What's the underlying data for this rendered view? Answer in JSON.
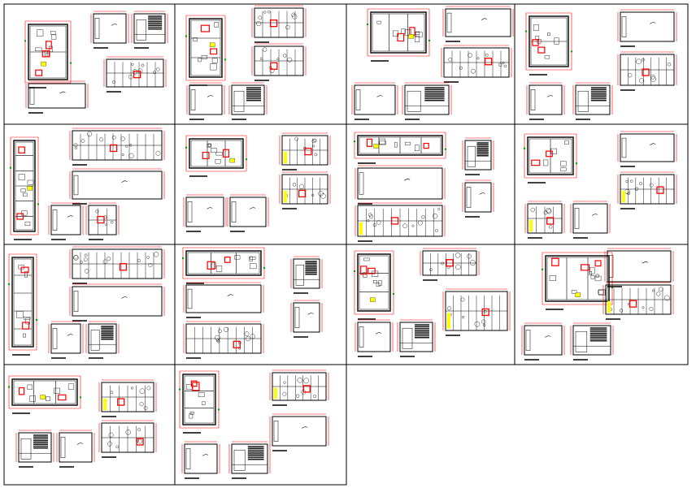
{
  "sheet": {
    "title": "",
    "grid_cols": 4,
    "grid_rows": 4,
    "panel_count": 14
  },
  "colors": {
    "background": "#ffffff",
    "grid_line": "#000000",
    "drawing_line": "#000000",
    "red": "#ff0000",
    "yellow": "#ffff00",
    "green": "#00a000",
    "grey_fill": "#bfbfbf",
    "dark_fill": "#1a1a1a"
  },
  "panels": [
    {
      "id": 1
    },
    {
      "id": 2
    },
    {
      "id": 3
    },
    {
      "id": 4
    },
    {
      "id": 5
    },
    {
      "id": 6
    },
    {
      "id": 7
    },
    {
      "id": 8
    },
    {
      "id": 9
    },
    {
      "id": 10
    },
    {
      "id": 11
    },
    {
      "id": 12
    },
    {
      "id": 13
    },
    {
      "id": 14
    }
  ]
}
